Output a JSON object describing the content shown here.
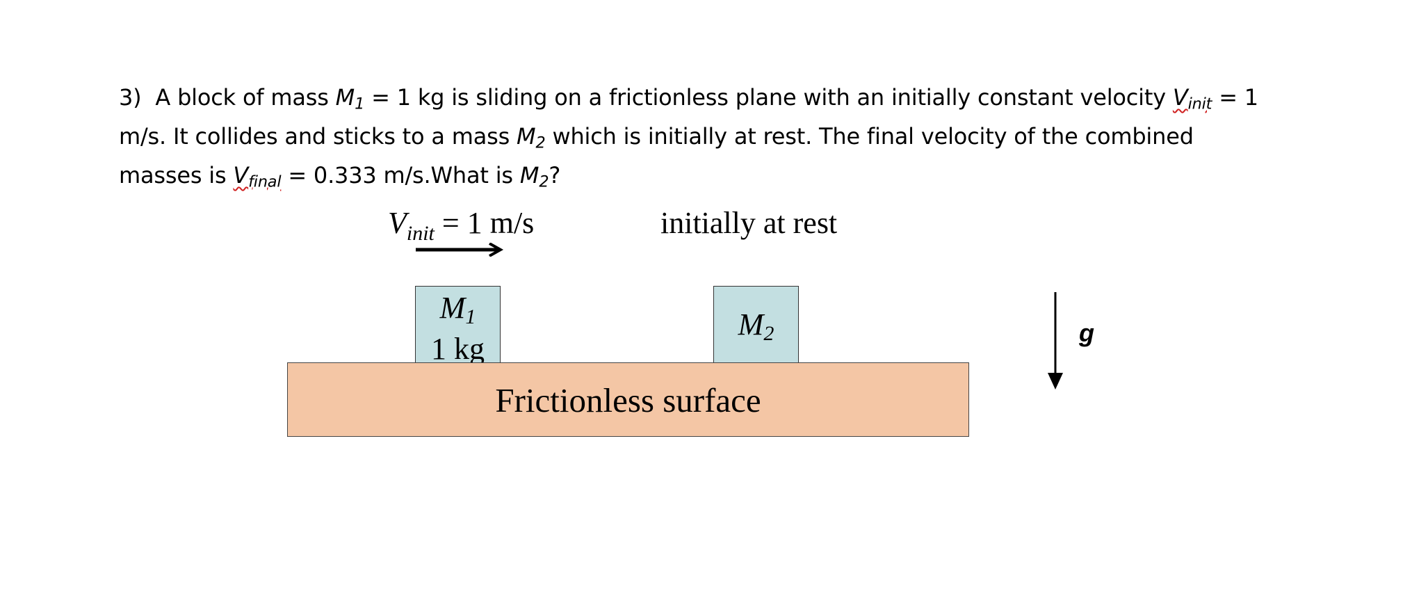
{
  "problem": {
    "number": "3)",
    "line1_a": "A block of mass ",
    "m1_var": "M",
    "m1_sub": "1",
    "line1_b": " = 1 kg is sliding on a frictionless plane with an initially constant velocity ",
    "vinit_var": "V",
    "vinit_sub": "init",
    "line1_c": " = 1",
    "line2_a": "m/s.  It collides and sticks to a mass ",
    "m2_var": "M",
    "m2_sub": "2",
    "line2_b": " which is initially at rest.  The final velocity of the combined",
    "line3_a": "masses is ",
    "vfinal_var": "V",
    "vfinal_sub": "final",
    "line3_b": " = 0.333 m/s.What is ",
    "line3_m2_var": "M",
    "line3_m2_sub": "2",
    "line3_c": "?"
  },
  "diagram": {
    "velocity_label": {
      "var": "V",
      "sub": "init",
      "rest": " = 1 m/s"
    },
    "rest_label": "initially at rest",
    "block1": {
      "var": "M",
      "sub": "1",
      "mass": "1 kg"
    },
    "block2": {
      "var": "M",
      "sub": "2"
    },
    "surface_label": "Frictionless surface",
    "gravity_label": "g",
    "colors": {
      "block_fill": "#c3dfe1",
      "surface_fill": "#f4c6a5",
      "spellcheck_underline": "#d02020"
    }
  }
}
